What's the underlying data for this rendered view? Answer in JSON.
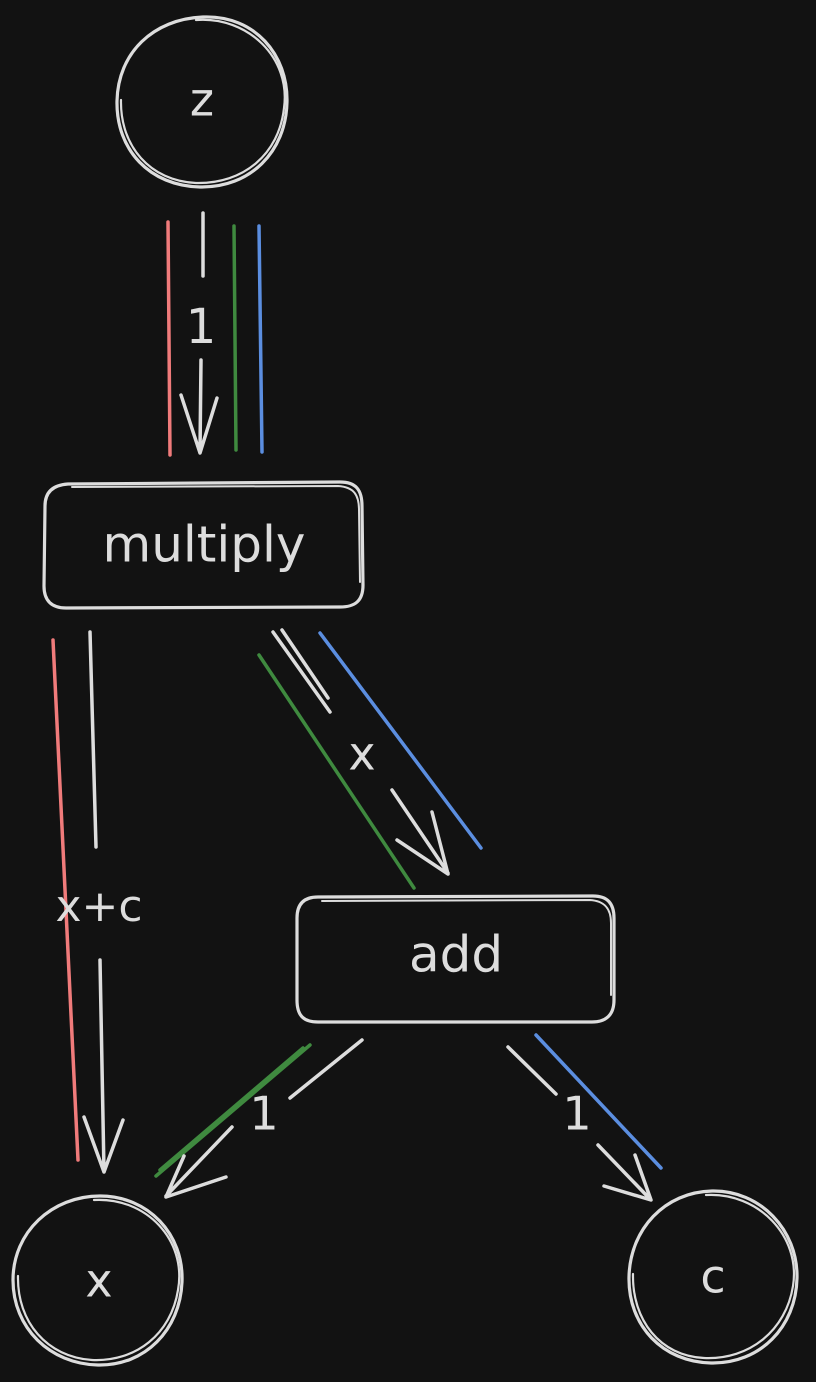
{
  "colors": {
    "background": "#121212",
    "stroke": "#dddddd",
    "red": "#f07b7b",
    "green": "#3f8a3f",
    "blue": "#5b8ee0"
  },
  "nodes": {
    "z": "z",
    "multiply": "multiply",
    "add": "add",
    "x": "x",
    "c": "c"
  },
  "edges": {
    "z_to_multiply": "1",
    "multiply_to_x": "x+c",
    "multiply_to_add": "x",
    "add_to_x": "1",
    "add_to_c": "1"
  }
}
